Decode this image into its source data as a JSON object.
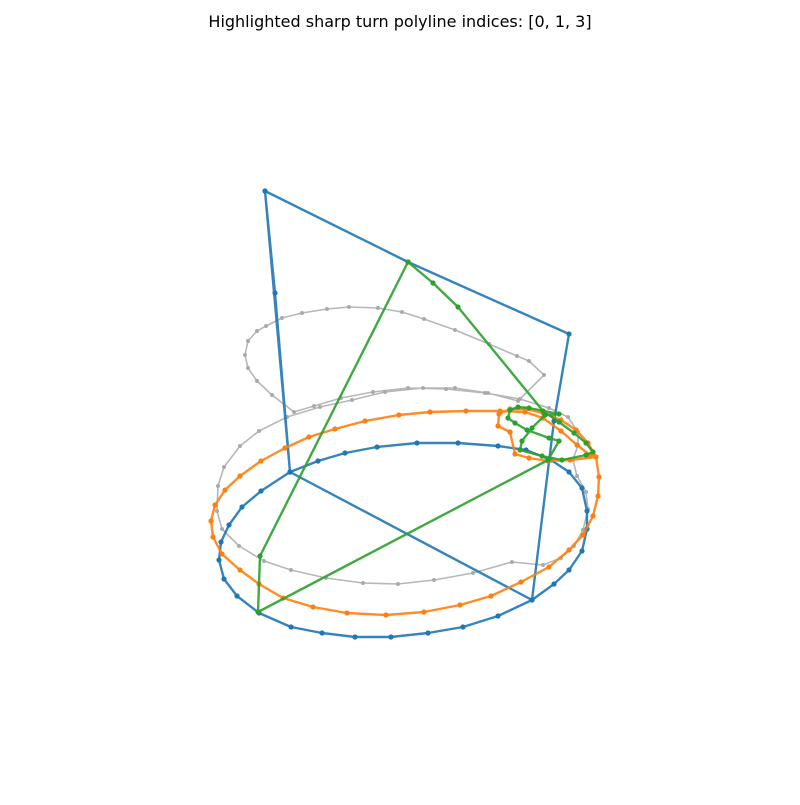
{
  "chart_data": {
    "type": "line",
    "title": "Highlighted sharp turn polyline indices: [0, 1, 3]",
    "xlabel": "",
    "ylabel": "",
    "axes": "off",
    "grid": false,
    "legend": "none",
    "highlighted_indices": [
      0,
      1,
      3
    ],
    "series": [
      {
        "index": 0,
        "color": "#1f77b4",
        "highlighted": true,
        "points": [
          [
            265,
            191
          ],
          [
            275,
            293
          ],
          [
            290,
            472
          ],
          [
            532,
            600
          ],
          [
            554,
            421
          ],
          [
            569,
            334
          ],
          [
            408,
            262
          ],
          [
            265,
            191
          ],
          [
            290,
            472
          ],
          [
            318,
            461
          ],
          [
            345,
            453
          ],
          [
            377,
            447
          ],
          [
            417,
            443
          ],
          [
            458,
            443
          ],
          [
            498,
            446
          ],
          [
            526,
            450
          ],
          [
            551,
            460
          ],
          [
            569,
            472
          ],
          [
            582,
            488
          ],
          [
            587,
            511
          ],
          [
            587,
            529
          ],
          [
            582,
            551
          ],
          [
            569,
            570
          ],
          [
            554,
            584
          ],
          [
            532,
            600
          ],
          [
            498,
            616
          ],
          [
            463,
            627
          ],
          [
            428,
            633
          ],
          [
            391,
            637
          ],
          [
            355,
            637
          ],
          [
            322,
            633
          ],
          [
            291,
            627
          ],
          [
            259,
            613
          ],
          [
            237,
            596
          ],
          [
            224,
            579
          ],
          [
            219,
            560
          ],
          [
            221,
            542
          ],
          [
            229,
            525
          ],
          [
            242,
            507
          ],
          [
            261,
            491
          ],
          [
            290,
            472
          ]
        ]
      },
      {
        "index": 1,
        "color": "#ff7f0e",
        "highlighted": true,
        "points": [
          [
            510,
            432
          ],
          [
            498,
            426
          ],
          [
            499,
            414
          ],
          [
            510,
            409
          ],
          [
            525,
            409
          ],
          [
            543,
            413
          ],
          [
            561,
            420
          ],
          [
            576,
            430
          ],
          [
            588,
            443
          ],
          [
            596,
            457
          ],
          [
            599,
            477
          ],
          [
            598,
            496
          ],
          [
            593,
            516
          ],
          [
            583,
            535
          ],
          [
            569,
            550
          ],
          [
            549,
            567
          ],
          [
            521,
            582
          ],
          [
            491,
            596
          ],
          [
            460,
            605
          ],
          [
            424,
            612
          ],
          [
            386,
            615
          ],
          [
            347,
            613
          ],
          [
            313,
            607
          ],
          [
            283,
            598
          ],
          [
            259,
            584
          ],
          [
            240,
            570
          ],
          [
            222,
            554
          ],
          [
            213,
            537
          ],
          [
            211,
            521
          ],
          [
            215,
            505
          ],
          [
            225,
            490
          ],
          [
            240,
            476
          ],
          [
            261,
            461
          ],
          [
            285,
            448
          ],
          [
            309,
            437
          ],
          [
            335,
            429
          ],
          [
            365,
            421
          ],
          [
            399,
            415
          ],
          [
            430,
            412
          ],
          [
            466,
            411
          ],
          [
            500,
            411
          ],
          [
            525,
            412
          ],
          [
            543,
            418
          ],
          [
            561,
            431
          ],
          [
            577,
            445
          ],
          [
            590,
            455
          ],
          [
            596,
            457
          ],
          [
            570,
            460
          ],
          [
            548,
            461
          ],
          [
            529,
            458
          ],
          [
            515,
            454
          ],
          [
            510,
            432
          ]
        ]
      },
      {
        "index": 2,
        "color": "#aaaaaa",
        "highlighted": false,
        "points": [
          [
            257,
            331
          ],
          [
            248,
            341
          ],
          [
            245,
            355
          ],
          [
            248,
            368
          ],
          [
            257,
            381
          ],
          [
            272,
            395
          ],
          [
            294,
            412
          ],
          [
            314,
            406
          ],
          [
            341,
            398
          ],
          [
            373,
            392
          ],
          [
            408,
            388
          ],
          [
            446,
            389
          ],
          [
            485,
            393
          ],
          [
            520,
            399
          ],
          [
            549,
            408
          ],
          [
            568,
            417
          ],
          [
            578,
            432
          ],
          [
            578,
            445
          ],
          [
            573,
            460
          ],
          [
            577,
            476
          ],
          [
            586,
            492
          ],
          [
            588,
            509
          ],
          [
            583,
            530
          ],
          [
            574,
            546
          ],
          [
            561,
            558
          ],
          [
            543,
            565
          ],
          [
            512,
            562
          ],
          [
            473,
            573
          ],
          [
            434,
            580
          ],
          [
            398,
            584
          ],
          [
            363,
            583
          ],
          [
            326,
            578
          ],
          [
            291,
            570
          ],
          [
            264,
            561
          ],
          [
            239,
            546
          ],
          [
            222,
            529
          ],
          [
            217,
            511
          ],
          [
            218,
            486
          ],
          [
            224,
            467
          ],
          [
            240,
            446
          ],
          [
            259,
            431
          ],
          [
            287,
            417
          ],
          [
            320,
            407
          ],
          [
            352,
            400
          ],
          [
            385,
            392
          ],
          [
            423,
            388
          ],
          [
            455,
            388
          ],
          [
            488,
            393
          ],
          [
            518,
            401
          ],
          [
            544,
            375
          ],
          [
            529,
            361
          ],
          [
            517,
            356
          ],
          [
            489,
            344
          ],
          [
            455,
            330
          ],
          [
            424,
            319
          ],
          [
            402,
            312
          ],
          [
            378,
            308
          ],
          [
            349,
            307
          ],
          [
            327,
            309
          ],
          [
            302,
            313
          ],
          [
            282,
            318
          ],
          [
            266,
            326
          ],
          [
            257,
            331
          ]
        ]
      },
      {
        "index": 3,
        "color": "#2ca02c",
        "highlighted": true,
        "points": [
          [
            408,
            262
          ],
          [
            433,
            283
          ],
          [
            458,
            307
          ],
          [
            543,
            411
          ],
          [
            559,
            422
          ],
          [
            574,
            433
          ],
          [
            586,
            443
          ],
          [
            593,
            452
          ],
          [
            586,
            455
          ],
          [
            562,
            460
          ],
          [
            542,
            456
          ],
          [
            520,
            450
          ],
          [
            522,
            441
          ],
          [
            532,
            428
          ],
          [
            545,
            415
          ],
          [
            559,
            414
          ],
          [
            529,
            408
          ],
          [
            518,
            407
          ],
          [
            510,
            410
          ],
          [
            508,
            418
          ],
          [
            515,
            423
          ],
          [
            527,
            430
          ],
          [
            549,
            438
          ],
          [
            559,
            441
          ],
          [
            548,
            460
          ],
          [
            258,
            612
          ],
          [
            260,
            556
          ],
          [
            408,
            262
          ]
        ]
      }
    ]
  }
}
